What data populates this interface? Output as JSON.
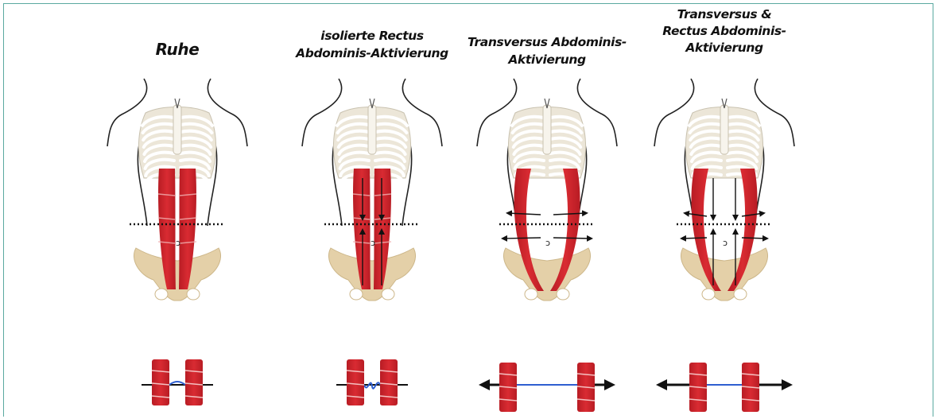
{
  "panels": [
    {
      "title_lines": [
        "Ruhe"
      ],
      "arrows": "none"
    },
    {
      "title_lines": [
        "isolierte Rectus",
        "Abdominis-Aktivierung"
      ],
      "arrows": "vertical"
    },
    {
      "title_lines": [
        "Transversus Abdominis-",
        "Aktivierung"
      ],
      "arrows": "horizontal"
    },
    {
      "title_lines": [
        "Transversus &",
        "Rectus Abdominis-",
        "Aktivierung"
      ],
      "arrows": "both"
    }
  ],
  "colors": {
    "frame": "#5aa9a0",
    "muscle": "#d92b32",
    "bone": "#ece6d8",
    "pelvis": "#e4d0a8",
    "linea_alba": "#2f5fd0"
  },
  "icons": [
    "torso-outline",
    "ribcage",
    "pelvis",
    "rectus-abdominis-muscle",
    "dotted-line",
    "arrow"
  ]
}
